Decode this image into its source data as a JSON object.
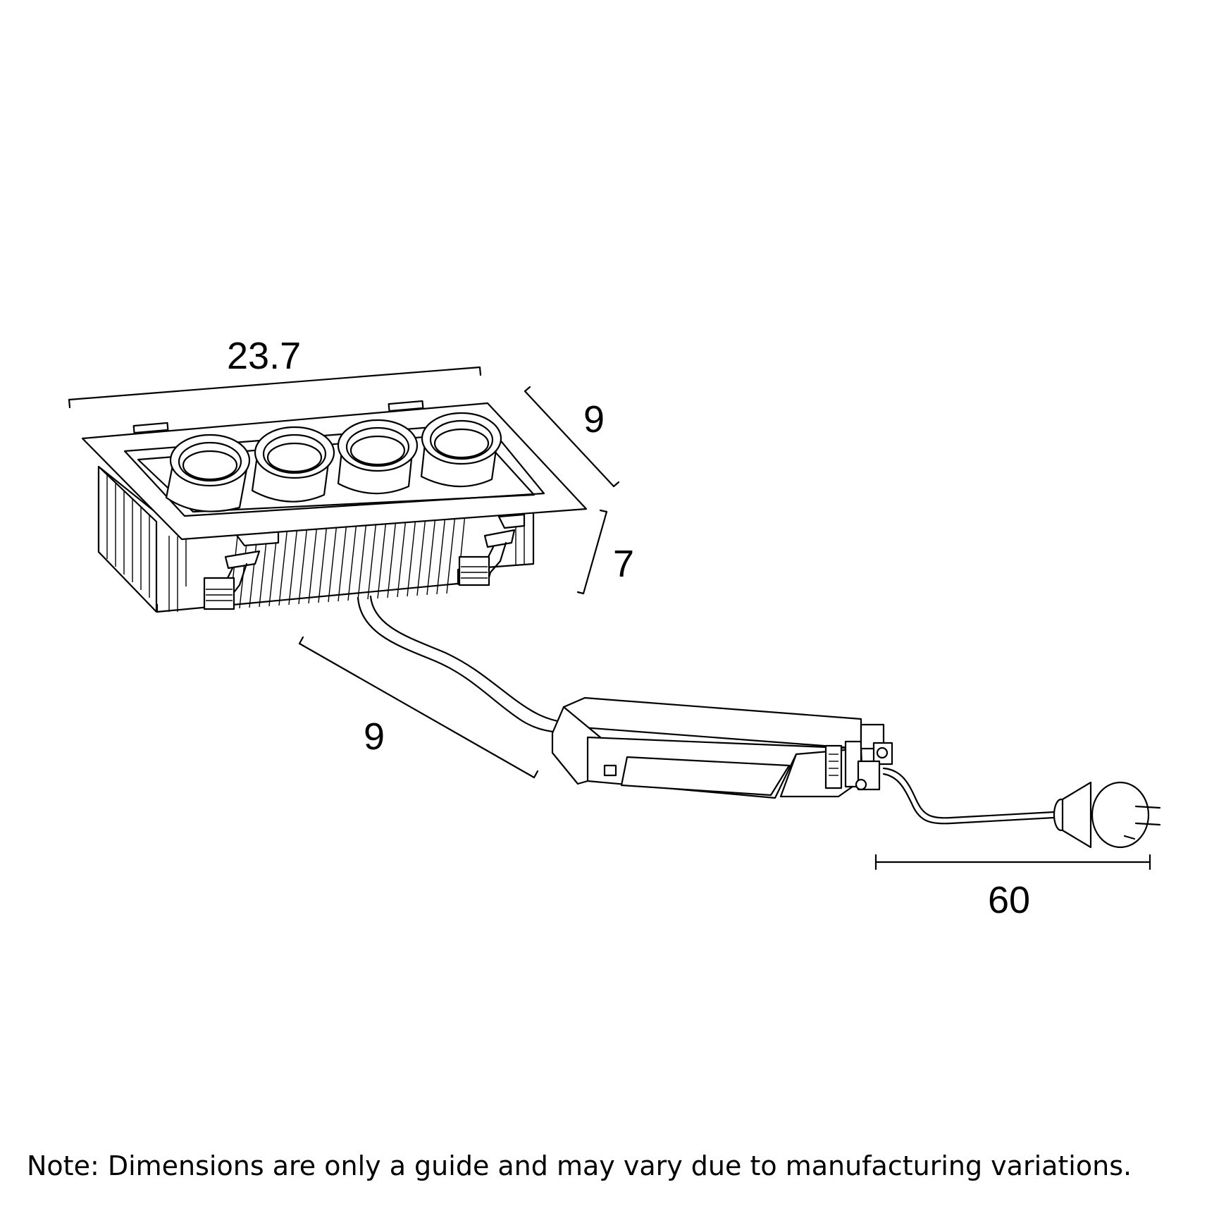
{
  "dimensions": {
    "width": "23.7",
    "depth": "9",
    "height": "7",
    "lead_length": "9",
    "cord_length": "60"
  },
  "note": "Note: Dimensions are only a guide and may vary due to manufacturing variations.",
  "colors": {
    "line": "#000000",
    "background": "#ffffff"
  }
}
